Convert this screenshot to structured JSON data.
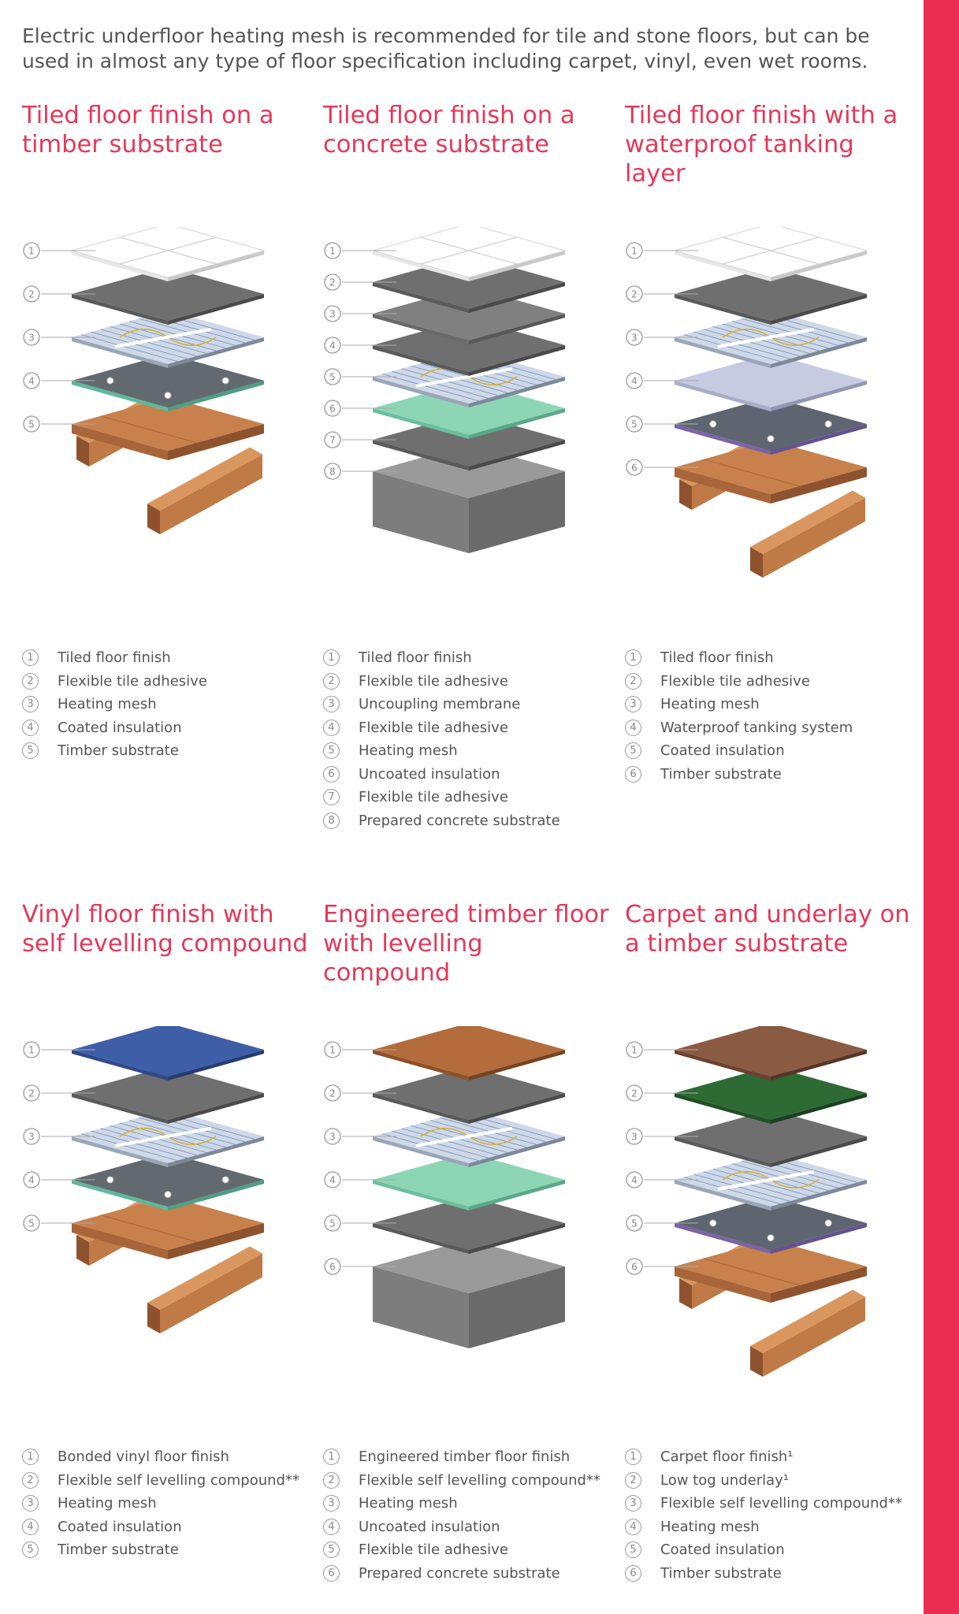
{
  "intro": "Electric underfloor heating mesh is recommended for tile and stone floors, but can be used in almost any type of floor specification including carpet, vinyl, even wet rooms.",
  "colors": {
    "accent": "#ec2d52",
    "title": "#e53859",
    "text": "#555555"
  },
  "panels": [
    {
      "title": "Tiled floor finish on a timber substrate",
      "layers": [
        "Tiled floor finish",
        "Flexible tile adhesive",
        "Heating mesh",
        "Coated insulation",
        "Timber substrate"
      ],
      "diagram": [
        "tile",
        "grey",
        "mesh",
        "insulation-coated",
        "timber"
      ]
    },
    {
      "title": "Tiled floor finish on a concrete substrate",
      "layers": [
        "Tiled floor finish",
        "Flexible tile adhesive",
        "Uncoupling membrane",
        "Flexible tile adhesive",
        "Heating mesh",
        "Uncoated insulation",
        "Flexible tile adhesive",
        "Prepared concrete substrate"
      ],
      "diagram": [
        "tile",
        "grey",
        "membrane",
        "grey",
        "mesh",
        "insulation-uncoated",
        "grey",
        "concrete"
      ]
    },
    {
      "title": "Tiled floor finish with a waterproof tanking layer",
      "layers": [
        "Tiled floor finish",
        "Flexible tile adhesive",
        "Heating mesh",
        "Waterproof tanking system",
        "Coated insulation",
        "Timber substrate"
      ],
      "diagram": [
        "tile",
        "grey",
        "mesh",
        "tanking",
        "insulation-coated-purple",
        "timber"
      ]
    },
    {
      "title": "Vinyl floor finish with self levelling compound",
      "layers": [
        "Bonded vinyl floor finish",
        "Flexible self levelling compound**",
        "Heating mesh",
        "Coated insulation",
        "Timber substrate"
      ],
      "diagram": [
        "vinyl",
        "grey",
        "mesh",
        "insulation-coated",
        "timber"
      ]
    },
    {
      "title": "Engineered timber floor with levelling compound",
      "layers": [
        "Engineered timber floor finish",
        "Flexible self levelling compound**",
        "Heating mesh",
        "Uncoated insulation",
        "Flexible tile adhesive",
        "Prepared concrete substrate"
      ],
      "diagram": [
        "wood",
        "grey",
        "mesh",
        "insulation-uncoated",
        "grey",
        "concrete"
      ]
    },
    {
      "title": "Carpet and underlay on a timber substrate",
      "layers": [
        "Carpet floor finish¹",
        "Low tog underlay¹",
        "Flexible self levelling compound**",
        "Heating mesh",
        "Coated insulation",
        "Timber substrate"
      ],
      "diagram": [
        "carpet",
        "underlay",
        "grey",
        "mesh",
        "insulation-coated-purple",
        "timber"
      ]
    }
  ]
}
